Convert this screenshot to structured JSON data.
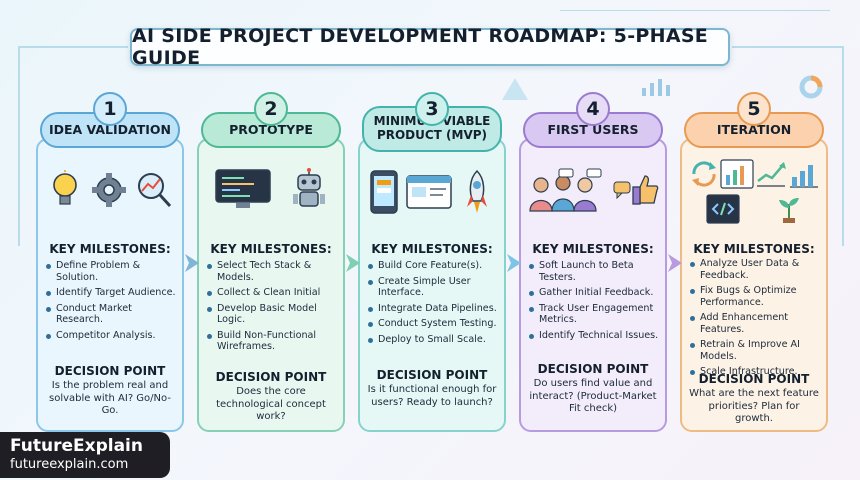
{
  "title": "AI SIDE PROJECT DEVELOPMENT ROADMAP: 5-PHASE GUIDE",
  "milestones_heading": "KEY MILESTONES:",
  "decision_heading": "DECISION POINT",
  "colors": {
    "phase1": "#5aa7d6",
    "phase2": "#4fb894",
    "phase3": "#45b3ad",
    "phase4": "#9b7bd0",
    "phase5": "#e99a52"
  },
  "phases": [
    {
      "number": "1",
      "name": "IDEA VALIDATION",
      "icons": [
        "lightbulb-icon",
        "gear-icon",
        "magnifier-chart-icon"
      ],
      "milestones": [
        "Define Problem & Solution.",
        "Identify Target Audience.",
        "Conduct Market Research.",
        "Competitor Analysis."
      ],
      "decision": "Is the problem real and solvable with AI? Go/No-Go."
    },
    {
      "number": "2",
      "name": "PROTOTYPE",
      "icons": [
        "monitor-code-icon",
        "robot-icon"
      ],
      "milestones": [
        "Select Tech Stack & Models.",
        "Collect & Clean Initial",
        "Develop Basic Model Logic.",
        "Build Non-Functional Wireframes."
      ],
      "decision": "Does the core technological concept work?"
    },
    {
      "number": "3",
      "name": "MINIMUM VIABLE PRODUCT (MVP)",
      "icons": [
        "mobile-app-icon",
        "browser-window-icon",
        "rocket-icon"
      ],
      "milestones": [
        "Build Core Feature(s).",
        "Create Simple User Interface.",
        "Integrate Data Pipelines.",
        "Conduct System Testing.",
        "Deploy to Small Scale."
      ],
      "decision": "Is it functional enough for users? Ready to launch?"
    },
    {
      "number": "4",
      "name": "FIRST USERS",
      "icons": [
        "users-group-icon",
        "chat-bubble-icon",
        "thumbs-up-icon"
      ],
      "milestones": [
        "Soft Launch to Beta Testers.",
        "Gather Initial Feedback.",
        "Track User Engagement Metrics.",
        "Identify Technical Issues."
      ],
      "decision": "Do users find value and interact? (Product-Market Fit check)"
    },
    {
      "number": "5",
      "name": "ITERATION",
      "icons": [
        "cycle-arrows-icon",
        "bar-chart-icon",
        "trend-chart-icon",
        "code-window-icon",
        "plant-growth-icon"
      ],
      "milestones": [
        "Analyze User Data & Feedback.",
        "Fix Bugs & Optimize Performance.",
        "Add Enhancement Features.",
        "Retrain & Improve AI Models.",
        "Scale Infrastructure."
      ],
      "decision": "What are the next feature priorities? Plan for growth."
    }
  ],
  "brand": {
    "name": "FutureExplain",
    "url": "futureexplain.com"
  }
}
